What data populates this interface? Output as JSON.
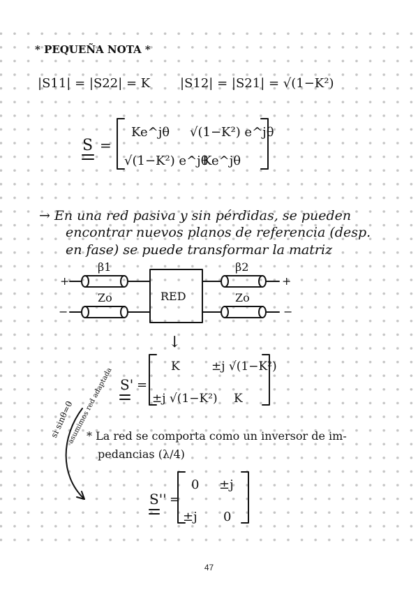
{
  "note": {
    "heading": "* PEQUEÑA NOTA *",
    "eq_s11_s22": "|S11| = |S22| = K",
    "eq_s12_s21": "|S12| = |S21| = √(1−K²)",
    "matrix_name": "S",
    "matrix": [
      [
        "Ke^jθ",
        "√(1−K²) e^jθ"
      ],
      [
        "√(1−K²) e^jθ",
        "Ke^jθ"
      ]
    ]
  },
  "paragraph": {
    "lines": [
      "→ En una red pasiva y sin pérdidas, se pueden",
      "encontrar nuevos planos de referencia (desp.",
      "en fase) se puede transformar la matriz"
    ]
  },
  "network": {
    "block_label": "RED",
    "beta1": "β1",
    "beta2": "β2",
    "z_left": "Zo",
    "z_right": "Zo",
    "plus": "+",
    "minus": "−"
  },
  "down_arrow": "↓",
  "matrix2": {
    "name": "S'",
    "cells": [
      [
        "K",
        "±j √(1−K²)"
      ],
      [
        "±j √(1−K²)",
        "K"
      ]
    ]
  },
  "side_note": {
    "line1": "si sinθ=0",
    "line2": "asumimos red adaptada"
  },
  "bullet": {
    "lines": [
      "* La red se comporta como un inversor de im-",
      "pedancias (λ/4)"
    ]
  },
  "matrix3": {
    "name": "S''",
    "cells": [
      [
        "0",
        "±j"
      ],
      [
        "±j",
        "0"
      ]
    ]
  },
  "page_number": "47"
}
